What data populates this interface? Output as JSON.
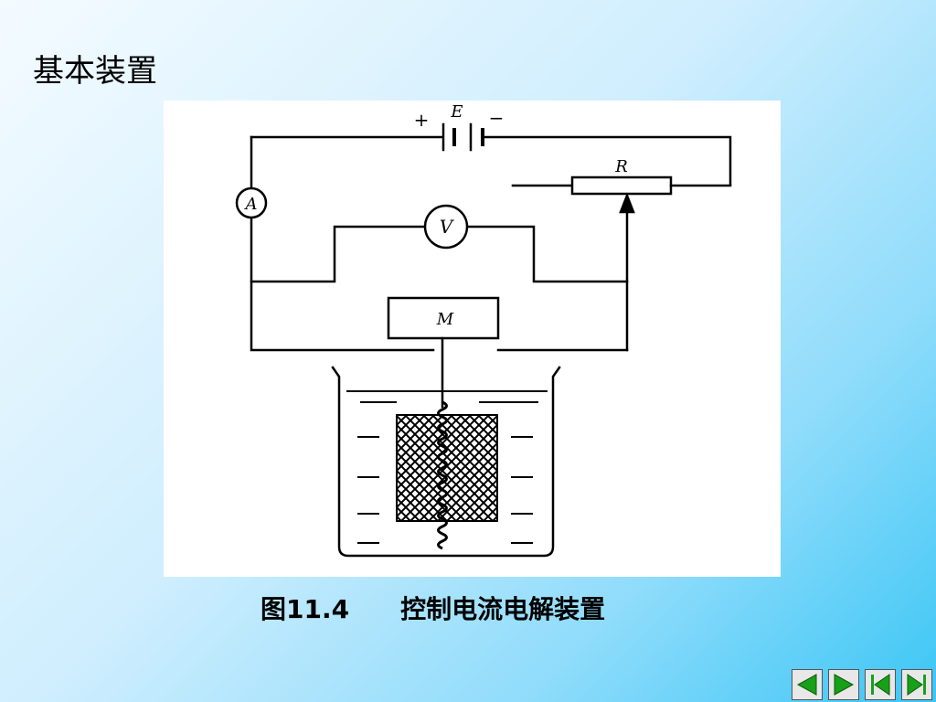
{
  "slide": {
    "title": "基本装置",
    "caption": "图11.4　　控制电流电解装置"
  },
  "diagram": {
    "battery_label": "E",
    "battery_plus": "+",
    "battery_minus": "−",
    "rheostat_label": "R",
    "ammeter_label": "A",
    "voltmeter_label": "V",
    "motor_label": "M"
  },
  "nav": {
    "buttons": [
      {
        "name": "previous",
        "icon": "arrow-left-icon"
      },
      {
        "name": "next",
        "icon": "arrow-right-icon"
      },
      {
        "name": "first",
        "icon": "skip-first-icon"
      },
      {
        "name": "last",
        "icon": "skip-last-icon"
      }
    ],
    "color": "#18a018"
  }
}
